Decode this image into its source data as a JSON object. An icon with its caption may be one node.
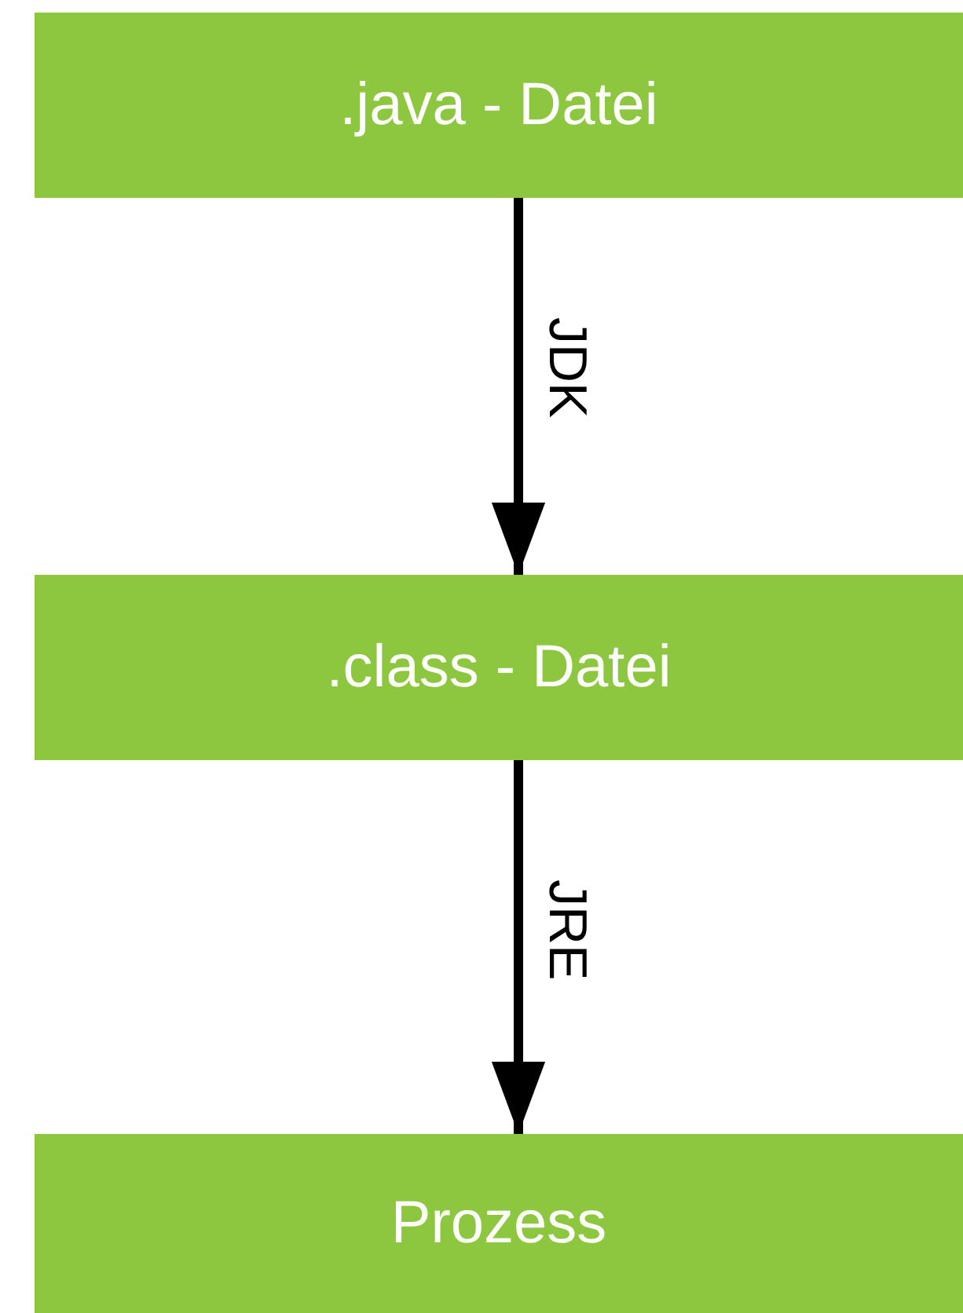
{
  "diagram": {
    "nodes": [
      {
        "text": [
          ".java - Datei"
        ]
      },
      {
        "text": [
          ".class - Datei"
        ]
      },
      {
        "text": [
          "Prozess"
        ]
      }
    ],
    "edges": [
      {
        "from": 0,
        "to": 1,
        "arrow": "to",
        "label": "JDK"
      },
      {
        "from": 1,
        "to": 2,
        "arrow": "to",
        "label": "JRE"
      }
    ]
  }
}
